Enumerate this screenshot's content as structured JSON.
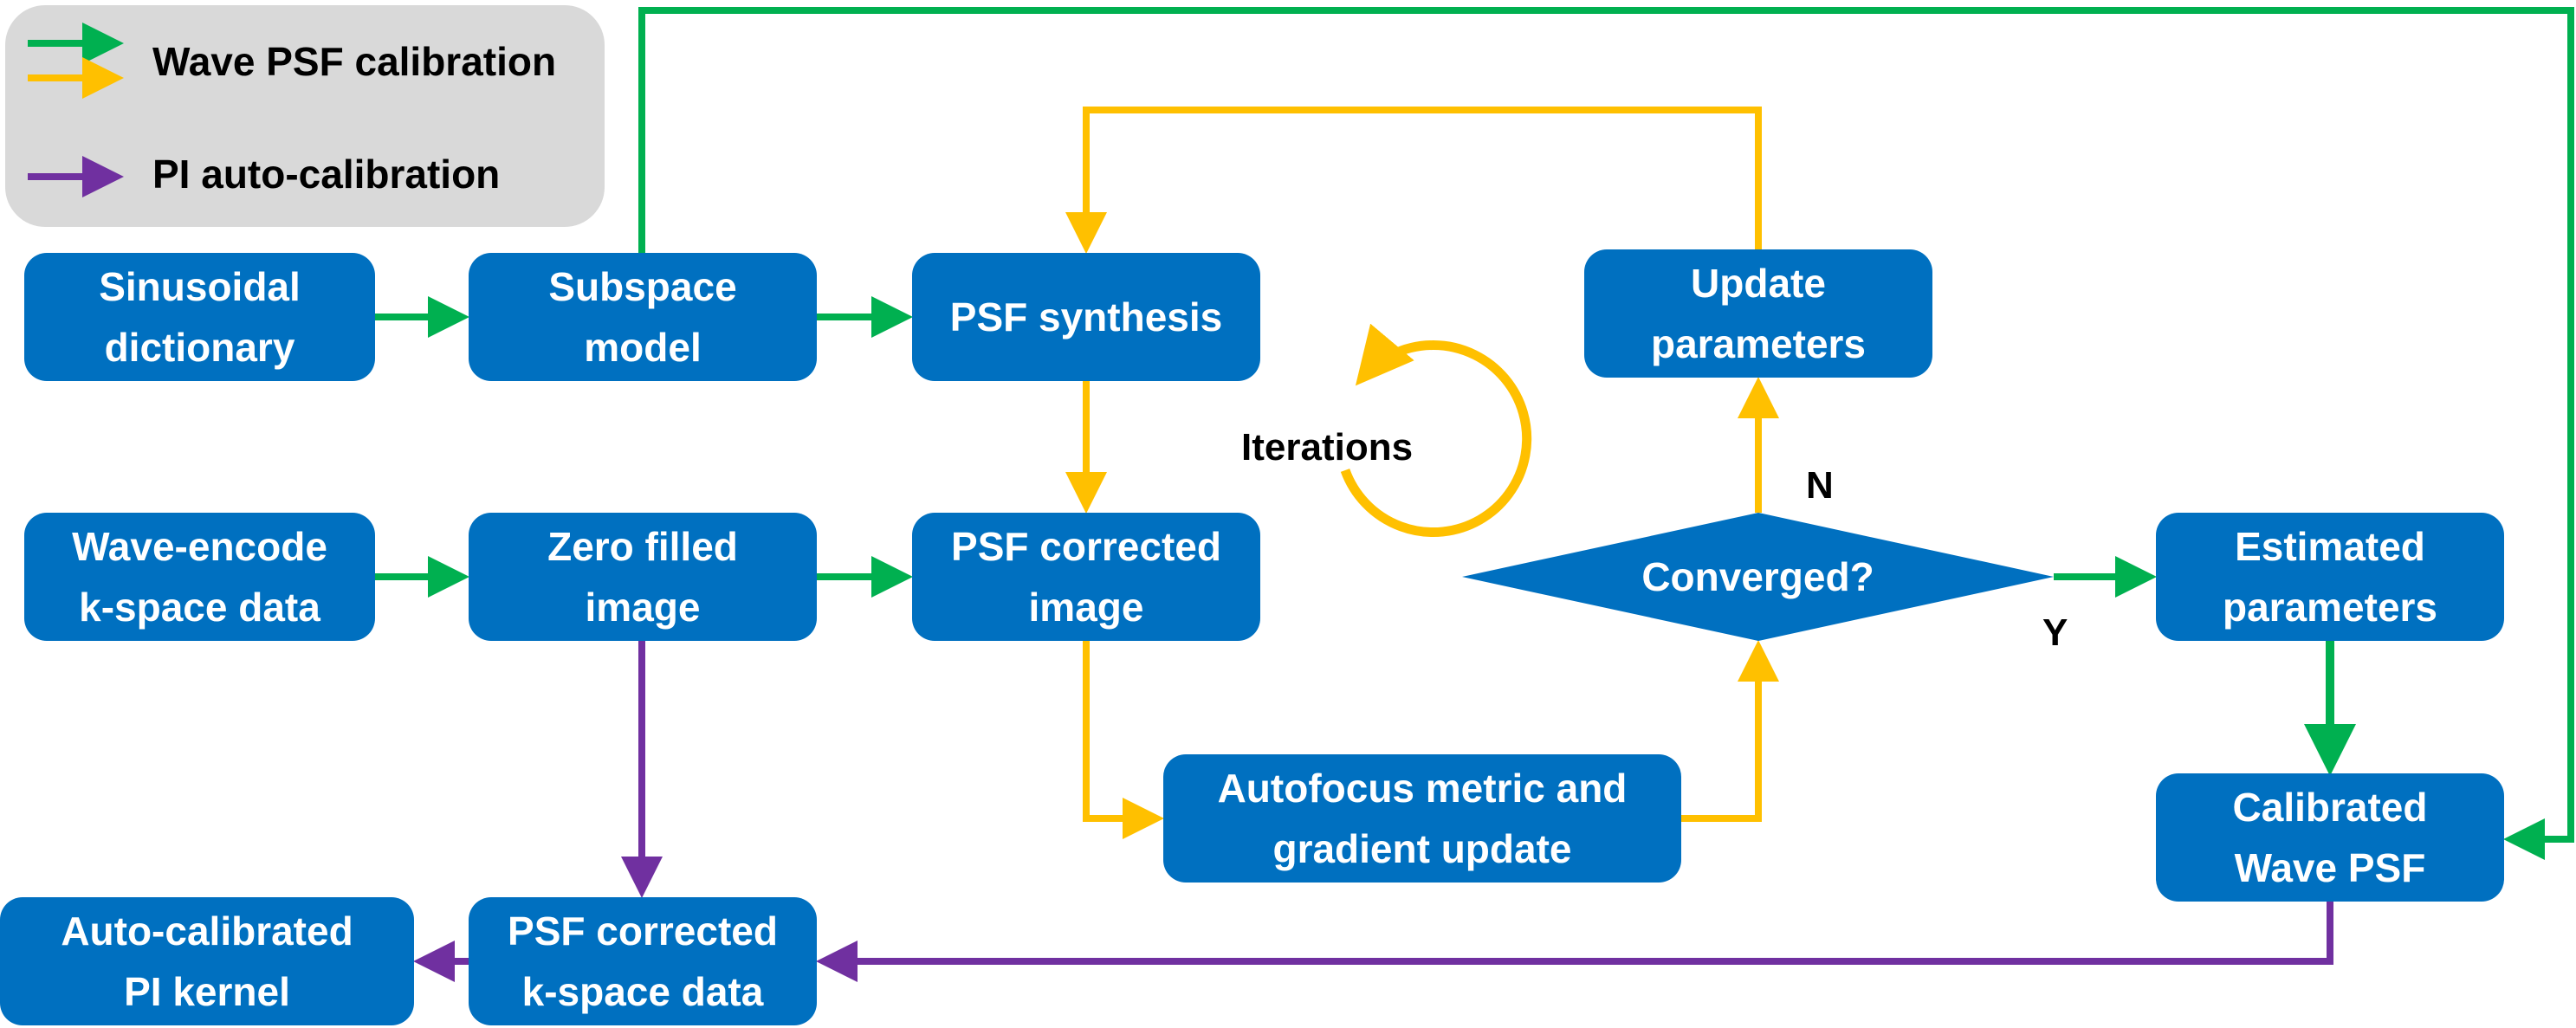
{
  "colors": {
    "box_fill": "#0070C0",
    "box_text": "#FFFFFF",
    "legend_bg": "#D9D9D9",
    "green": "#00B050",
    "yellow": "#FFC000",
    "purple": "#7030A0"
  },
  "legend": {
    "wave_psf_label": "Wave PSF calibration",
    "pi_label": "PI auto-calibration"
  },
  "nodes": {
    "sinusoidal": {
      "line1": "Sinusoidal",
      "line2": "dictionary"
    },
    "subspace": {
      "line1": "Subspace",
      "line2": "model"
    },
    "psf_synthesis": {
      "line1": "PSF synthesis"
    },
    "update_params": {
      "line1": "Update",
      "line2": "parameters"
    },
    "wave_encode": {
      "line1": "Wave-encode",
      "line2": "k-space data"
    },
    "zero_filled": {
      "line1": "Zero filled",
      "line2": "image"
    },
    "psf_corrected_image": {
      "line1": "PSF corrected",
      "line2": "image"
    },
    "converged": {
      "line1": "Converged?"
    },
    "estimated_params": {
      "line1": "Estimated",
      "line2": "parameters"
    },
    "autofocus": {
      "line1": "Autofocus metric and",
      "line2": "gradient update"
    },
    "calibrated_psf": {
      "line1": "Calibrated",
      "line2": "Wave PSF"
    },
    "auto_pi_kernel": {
      "line1": "Auto-calibrated",
      "line2": "PI kernel"
    },
    "psf_corrected_kspace": {
      "line1": "PSF corrected",
      "line2": "k-space data"
    }
  },
  "labels": {
    "iterations": "Iterations",
    "no": "N",
    "yes": "Y"
  }
}
